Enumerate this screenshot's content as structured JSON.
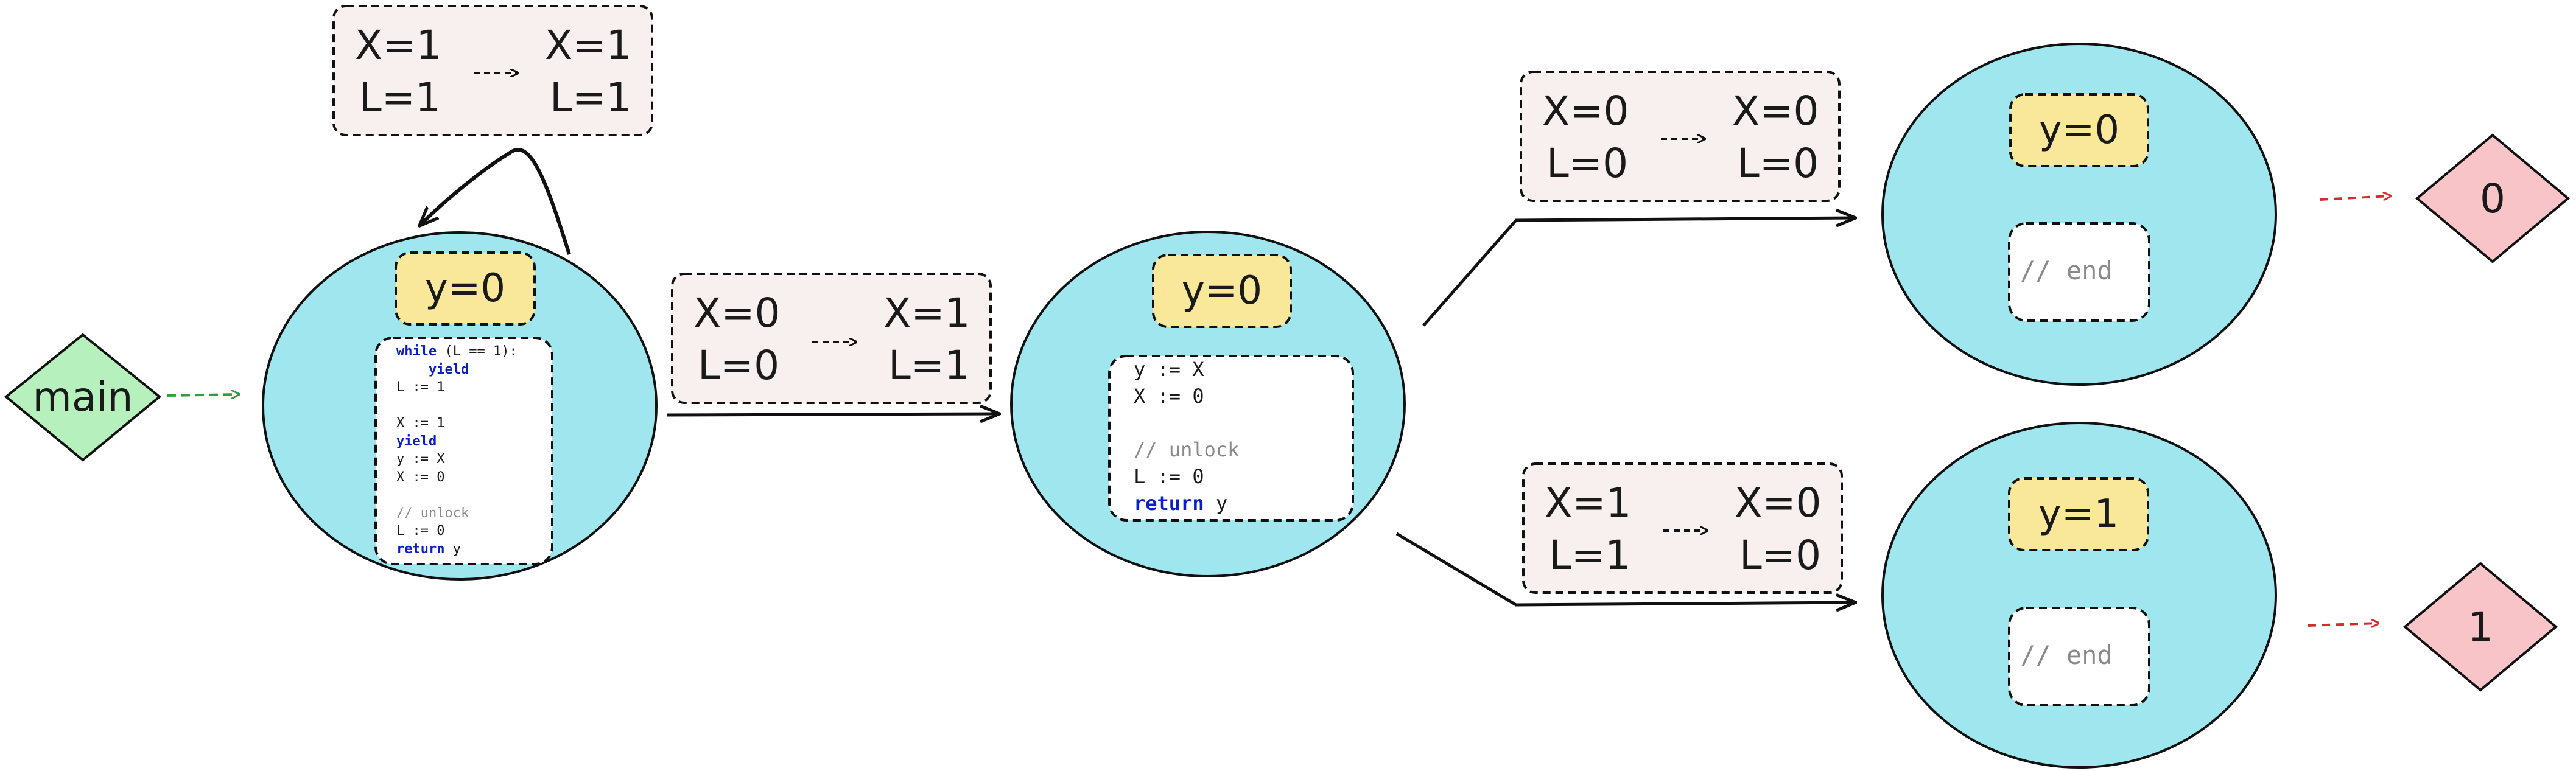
{
  "start": {
    "label": "main"
  },
  "states": [
    {
      "id": "s0",
      "y_label": "y=0",
      "code": [
        {
          "parts": [
            {
              "t": "while",
              "k": "kw"
            },
            {
              "t": " (L == 1):",
              "k": ""
            }
          ]
        },
        {
          "parts": [
            {
              "t": "    yield",
              "k": "kw"
            }
          ]
        },
        {
          "parts": [
            {
              "t": "L := 1",
              "k": ""
            }
          ]
        },
        {
          "parts": [
            {
              "t": "",
              "k": ""
            }
          ]
        },
        {
          "parts": [
            {
              "t": "X := 1",
              "k": ""
            }
          ]
        },
        {
          "parts": [
            {
              "t": "yield",
              "k": "kw"
            }
          ]
        },
        {
          "parts": [
            {
              "t": "y := X",
              "k": ""
            }
          ]
        },
        {
          "parts": [
            {
              "t": "X := 0",
              "k": ""
            }
          ]
        },
        {
          "parts": [
            {
              "t": "",
              "k": ""
            }
          ]
        },
        {
          "parts": [
            {
              "t": "// unlock",
              "k": "cm"
            }
          ]
        },
        {
          "parts": [
            {
              "t": "L := 0",
              "k": ""
            }
          ]
        },
        {
          "parts": [
            {
              "t": "return",
              "k": "kw"
            },
            {
              "t": " y",
              "k": ""
            }
          ]
        }
      ]
    },
    {
      "id": "s1",
      "y_label": "y=0",
      "code": [
        {
          "parts": [
            {
              "t": "y := X",
              "k": ""
            }
          ]
        },
        {
          "parts": [
            {
              "t": "X := 0",
              "k": ""
            }
          ]
        },
        {
          "parts": [
            {
              "t": "",
              "k": ""
            }
          ]
        },
        {
          "parts": [
            {
              "t": "// unlock",
              "k": "cm"
            }
          ]
        },
        {
          "parts": [
            {
              "t": "L := 0",
              "k": ""
            }
          ]
        },
        {
          "parts": [
            {
              "t": "return",
              "k": "kw"
            },
            {
              "t": " y",
              "k": ""
            }
          ]
        }
      ]
    },
    {
      "id": "s2",
      "y_label": "y=0",
      "code": [
        {
          "parts": [
            {
              "t": "// end",
              "k": "cm"
            }
          ]
        }
      ]
    },
    {
      "id": "s3",
      "y_label": "y=1",
      "code": [
        {
          "parts": [
            {
              "t": "// end",
              "k": "cm"
            }
          ]
        }
      ]
    }
  ],
  "transitions": [
    {
      "id": "t-loop",
      "from": {
        "X": "X=1",
        "L": "L=1"
      },
      "to": {
        "X": "X=1",
        "L": "L=1"
      }
    },
    {
      "id": "t-s0-s1",
      "from": {
        "X": "X=0",
        "L": "L=0"
      },
      "to": {
        "X": "X=1",
        "L": "L=1"
      }
    },
    {
      "id": "t-s1-s2",
      "from": {
        "X": "X=0",
        "L": "L=0"
      },
      "to": {
        "X": "X=0",
        "L": "L=0"
      }
    },
    {
      "id": "t-s1-s3",
      "from": {
        "X": "X=1",
        "L": "L=1"
      },
      "to": {
        "X": "X=0",
        "L": "L=0"
      }
    }
  ],
  "results": [
    {
      "id": "r0",
      "label": "0"
    },
    {
      "id": "r1",
      "label": "1"
    }
  ],
  "colors": {
    "state_fill": "#9fe6ef",
    "y_fill": "#f9e79a",
    "transition_fill": "#f8f0ee",
    "start_fill": "#b6f1bd",
    "result_fill": "#f8c4c7",
    "start_arrow": "#2e9e3e",
    "result_arrow": "#d42c2c",
    "keyword": "#0a1fc8",
    "comment": "#8a8a8a"
  }
}
